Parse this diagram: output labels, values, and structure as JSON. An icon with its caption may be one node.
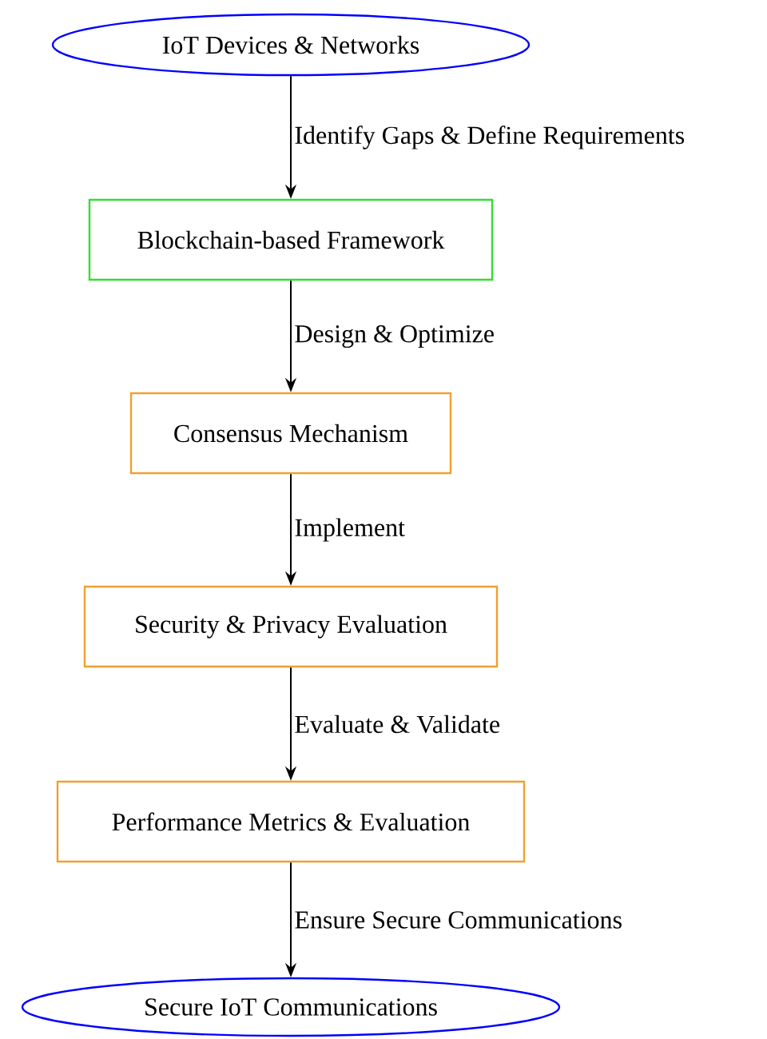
{
  "diagram": {
    "nodes": [
      {
        "text": [
          "IoT Devices & Networks"
        ]
      },
      {
        "text": [
          "Blockchain-based Framework"
        ]
      },
      {
        "text": [
          "Consensus Mechanism"
        ]
      },
      {
        "text": [
          "Security & Privacy Evaluation"
        ]
      },
      {
        "text": [
          "Performance Metrics & Evaluation"
        ]
      },
      {
        "text": [
          "Secure IoT Communications"
        ]
      }
    ],
    "edges": [
      {
        "from": 0,
        "to": 1,
        "arrow": "to",
        "label": "Identify Gaps & Define Requirements"
      },
      {
        "from": 1,
        "to": 2,
        "arrow": "to",
        "label": "Design & Optimize"
      },
      {
        "from": 2,
        "to": 3,
        "arrow": "to",
        "label": "Implement"
      },
      {
        "from": 3,
        "to": 4,
        "arrow": "to",
        "label": "Evaluate & Validate"
      },
      {
        "from": 4,
        "to": 5,
        "arrow": "to",
        "label": "Ensure Secure Communications"
      }
    ]
  }
}
